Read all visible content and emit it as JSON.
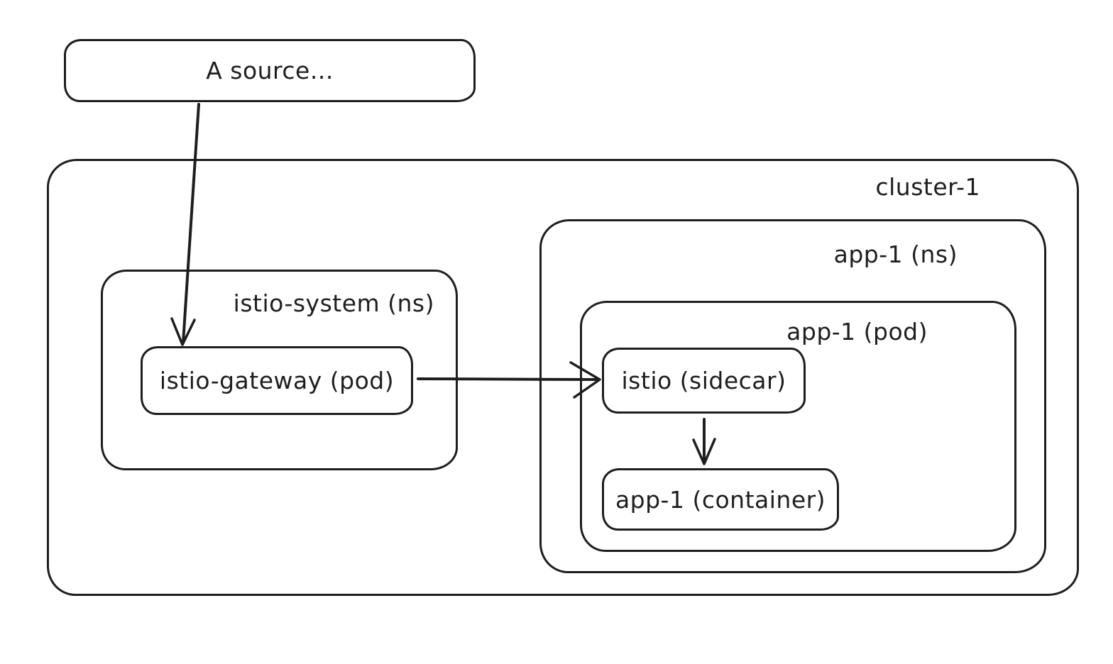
{
  "app": {
    "background_color": "#ffffff",
    "stroke_color": "#1e1e1e"
  },
  "diagram": {
    "source": {
      "label": "A source..."
    },
    "cluster": {
      "label": "cluster-1"
    },
    "istio_system": {
      "label": "istio-system (ns)"
    },
    "istio_gateway": {
      "label": "istio-gateway (pod)"
    },
    "app1_ns": {
      "label": "app-1 (ns)"
    },
    "app1_pod": {
      "label": "app-1 (pod)"
    },
    "istio_sidecar": {
      "label": "istio (sidecar)"
    },
    "app1_container": {
      "label": "app-1 (container)"
    },
    "edges": [
      {
        "from": "A source...",
        "to": "istio-gateway (pod)",
        "direction": "down"
      },
      {
        "from": "istio-gateway (pod)",
        "to": "istio (sidecar)",
        "direction": "right"
      },
      {
        "from": "istio (sidecar)",
        "to": "app-1 (container)",
        "direction": "down"
      }
    ]
  }
}
